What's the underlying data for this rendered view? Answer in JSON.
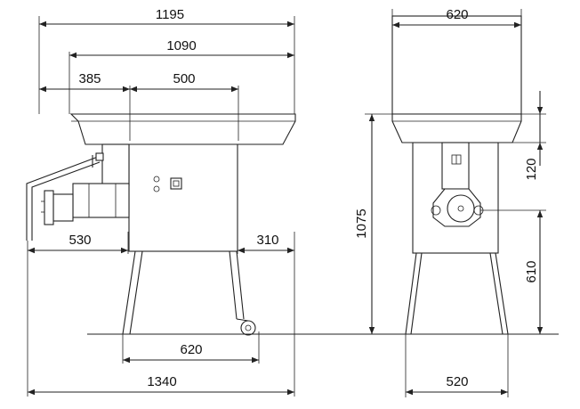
{
  "dimensions": {
    "overall_top_width": "1195",
    "tray_width": "1090",
    "offset_left": "385",
    "body_width": "500",
    "side_tray_width": "620",
    "height_total": "1075",
    "tray_to_outlet": "120",
    "outlet_height": "610",
    "spout_reach": "530",
    "right_reach": "310",
    "wheel_base": "620",
    "overall_depth": "1340",
    "leg_base_width": "520"
  }
}
